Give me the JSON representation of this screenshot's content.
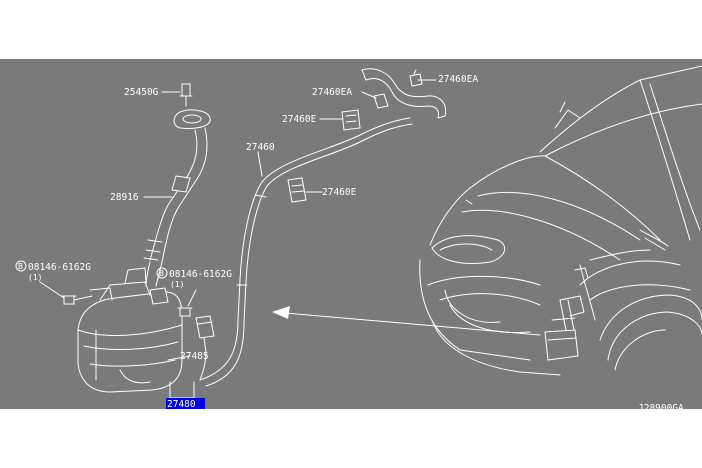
{
  "labels": {
    "p25450g": "25450G",
    "p28916": "28916",
    "p27460ea_a": "27460EA",
    "p27460ea_b": "27460EA",
    "p27460e_a": "27460E",
    "p27460e_b": "27460E",
    "p27460": "27460",
    "p27485": "27485",
    "p27480": "27480",
    "bolt_b_code": "08146-6162G",
    "bolt_b_qty": "(1)",
    "bolt_b_marker": "B",
    "bolt_b2_code": "08146-6162G",
    "bolt_b2_qty": "(1)",
    "bolt_b2_marker": "B",
    "diagram_ref": "J28900GA"
  },
  "colors": {
    "panel": "#7a7a7a",
    "line": "#ffffff",
    "highlight": "#0000ee"
  }
}
